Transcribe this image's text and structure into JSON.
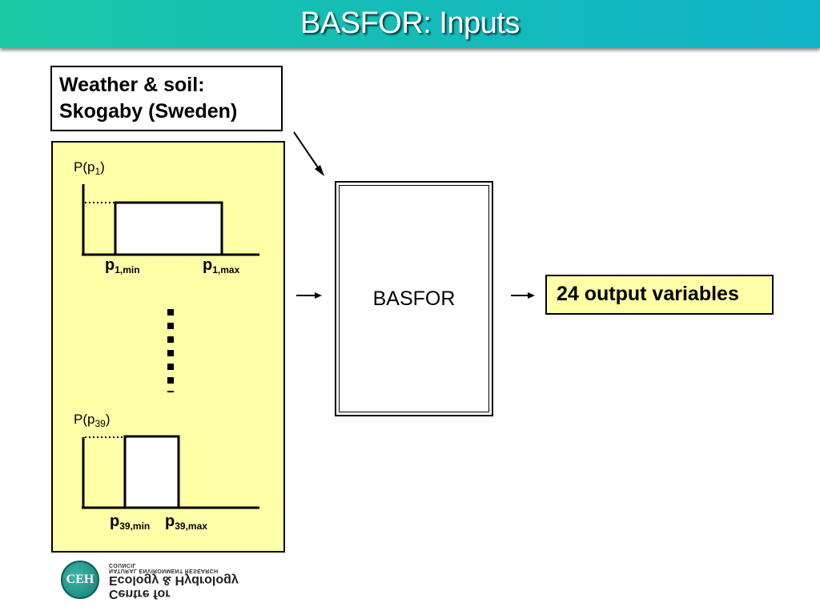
{
  "header": {
    "title": "BASFOR: Inputs"
  },
  "weather_box": {
    "line1": "Weather & soil:",
    "line2": "Skogaby (Sweden)"
  },
  "params": {
    "first": {
      "density_label": "P(p",
      "density_sub": "1",
      "density_close": ")",
      "min_label": "p",
      "min_sub": "1,min",
      "max_label": "p",
      "max_sub": "1,max"
    },
    "last": {
      "density_label": "P(p",
      "density_sub": "39",
      "density_close": ")",
      "min_label": "p",
      "min_sub": "39,min",
      "max_label": "p",
      "max_sub": "39,max"
    }
  },
  "model_box": {
    "label": "BASFOR"
  },
  "output_box": {
    "label": "24 output variables"
  },
  "logo": {
    "badge": "CEH",
    "council": "NATURAL ENVIRONMENT RESEARCH COUNCIL",
    "line1": "Ecology & Hydrology",
    "line2": "Centre for"
  },
  "colors": {
    "header": "#14bcb8",
    "highlight_box": "#ffffa8"
  }
}
